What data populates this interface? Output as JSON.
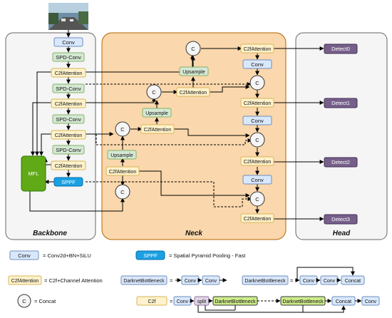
{
  "sections": {
    "backbone": "Backbone",
    "neck": "Neck",
    "head": "Head"
  },
  "backbone": {
    "conv": "Conv",
    "spd_conv": "SPD-Conv",
    "c2fattention": "C2fAttention",
    "sppf": "SPPF",
    "mfl": "MFL"
  },
  "neck": {
    "c2fattention": "C2fAttention",
    "upsample": "Upsample",
    "conv": "Conv",
    "concat": "C"
  },
  "head": {
    "detect0": "Detect0",
    "detect1": "Detect1",
    "detect2": "Detect2",
    "detect3": "Detect3"
  },
  "legend": {
    "conv_box": "Conv",
    "conv_eq": "= Conv2d+BN+SiLU",
    "sppf_box": "SPPF",
    "sppf_eq": "= Spatial Pyramid Pooling - Fast",
    "c2fatt_box": "C2fAttention",
    "c2fatt_eq": "= C2f+Channel Attention",
    "concat_symbol": "C",
    "concat_eq": "= Concat",
    "darknet_label_1": "DarknetBottleneck",
    "darknet_label_2": "DarknetBottleneck",
    "c2f_label": "C2f",
    "eq": "=",
    "conv": "Conv",
    "concat": "Concat",
    "split": "split",
    "darknet_bottleneck": "DarknetBottleneck"
  },
  "colors": {
    "conv_fill": "#dae8fc",
    "conv_stroke": "#6c8ebf",
    "spd_fill": "#d5e8d4",
    "spd_stroke": "#82b366",
    "c2f_fill": "#fff2cc",
    "c2f_stroke": "#d6b656",
    "detect_fill": "#76608a",
    "mfl_fill": "#60a917",
    "sppf_fill": "#1ba1e2",
    "neck_fill": "#fad7ac",
    "neck_stroke": "#b46504",
    "section_fill": "#f5f5f5",
    "split_fill": "#e1d5e7",
    "bottleneck_fill": "#cdeb8b"
  }
}
